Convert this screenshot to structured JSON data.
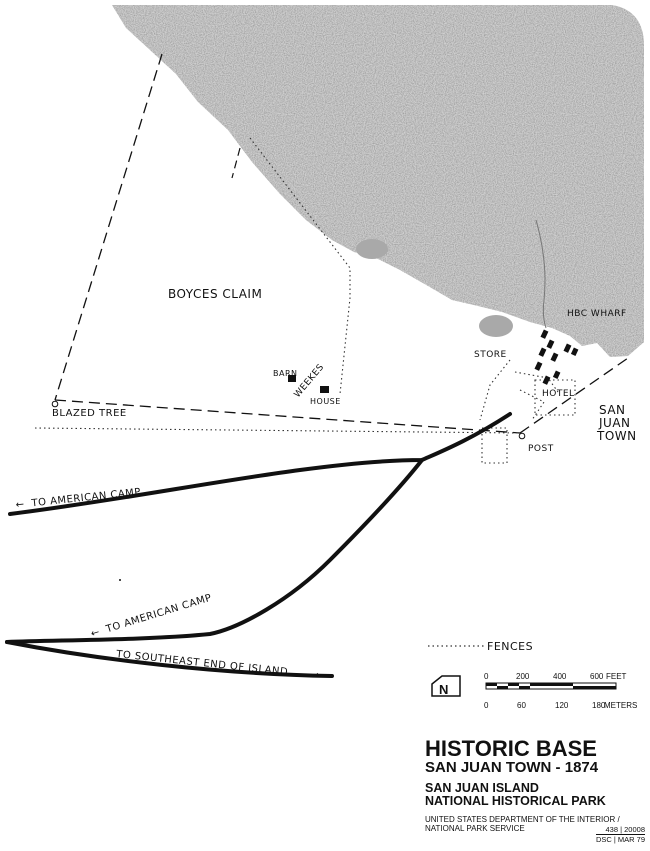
{
  "map": {
    "places": {
      "boyces_claim": "BOYCES CLAIM",
      "barn": "BARN",
      "weekes": "WEEKES",
      "house": "HOUSE",
      "blazed_tree": "BLAZED TREE",
      "hbc_wharf": "HBC WHARF",
      "store": "STORE",
      "hotel": "HOTEL",
      "post": "POST",
      "town_line1": "SAN",
      "town_line2": "JUAN",
      "town_line3": "TOWN"
    },
    "roads": {
      "road1": "TO AMERICAN CAMP",
      "road2": "TO AMERICAN CAMP",
      "road3": "TO SOUTHEAST END OF ISLAND"
    }
  },
  "legend": {
    "fences": "FENCES",
    "north_symbol": "N",
    "scale_feet_ticks": [
      "0",
      "200",
      "400",
      "600"
    ],
    "scale_feet_unit": "FEET",
    "scale_meter_ticks": [
      "0",
      "60",
      "120",
      "180"
    ],
    "scale_meter_unit": "METERS"
  },
  "title_block": {
    "title": "HISTORIC BASE",
    "subtitle": "SAN JUAN TOWN - 1874",
    "park_line1": "SAN JUAN ISLAND",
    "park_line2": "NATIONAL HISTORICAL PARK",
    "agency_line1": "UNITED STATES DEPARTMENT OF THE INTERIOR /",
    "agency_line2": "NATIONAL PARK SERVICE",
    "drawing_number": "438 | 20008",
    "drawing_office_date": "DSC | MAR 79"
  }
}
